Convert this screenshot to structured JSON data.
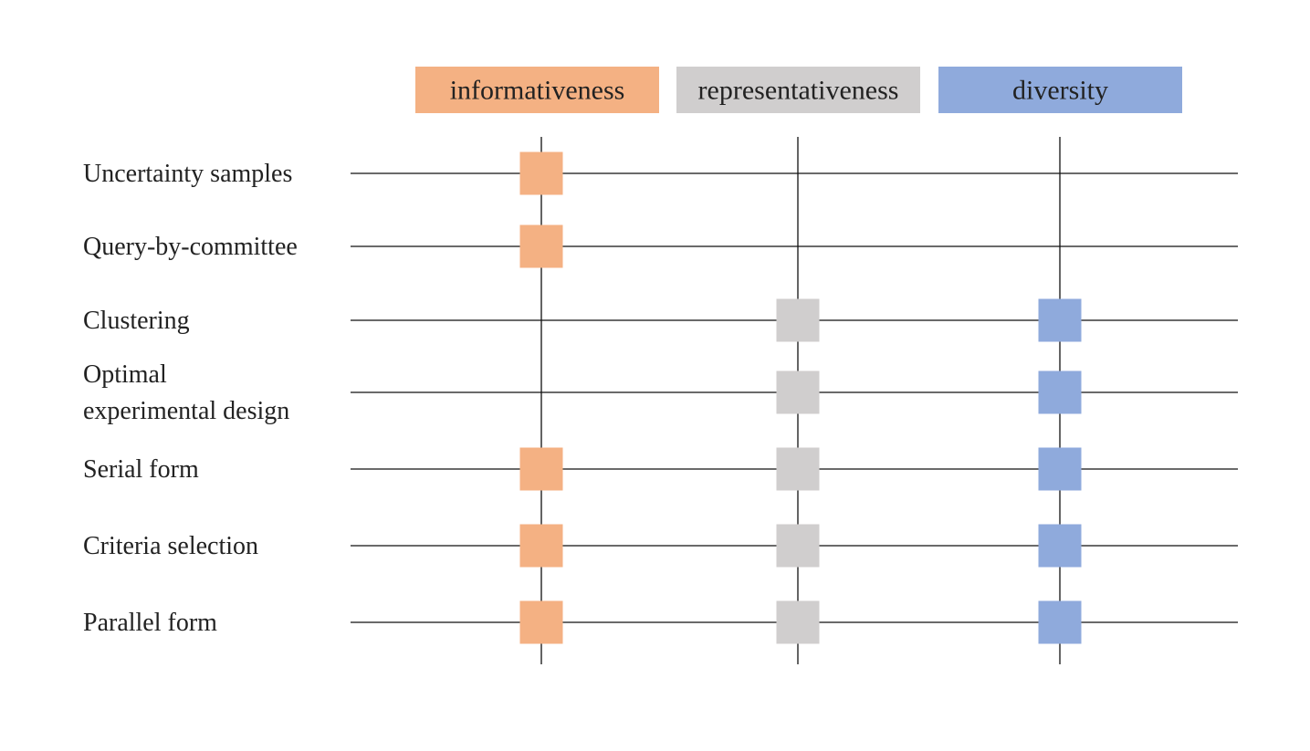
{
  "colors": {
    "background": "#ffffff",
    "line": "#111111",
    "text": "#222222"
  },
  "criteria": [
    {
      "label": "informativeness",
      "color": "#F4B183"
    },
    {
      "label": "representativeness",
      "color": "#D0CECE"
    },
    {
      "label": "diversity",
      "color": "#8FAADC"
    }
  ],
  "methods": [
    {
      "label_lines": [
        "Uncertainty samples"
      ],
      "marks": [
        true,
        false,
        false
      ]
    },
    {
      "label_lines": [
        "Query-by-committee"
      ],
      "marks": [
        true,
        false,
        false
      ]
    },
    {
      "label_lines": [
        "Clustering"
      ],
      "marks": [
        false,
        true,
        true
      ]
    },
    {
      "label_lines": [
        "Optimal",
        "experimental design"
      ],
      "marks": [
        false,
        true,
        true
      ]
    },
    {
      "label_lines": [
        "Serial form"
      ],
      "marks": [
        true,
        true,
        true
      ]
    },
    {
      "label_lines": [
        "Criteria selection"
      ],
      "marks": [
        true,
        true,
        true
      ]
    },
    {
      "label_lines": [
        "Parallel form"
      ],
      "marks": [
        true,
        true,
        true
      ]
    }
  ]
}
